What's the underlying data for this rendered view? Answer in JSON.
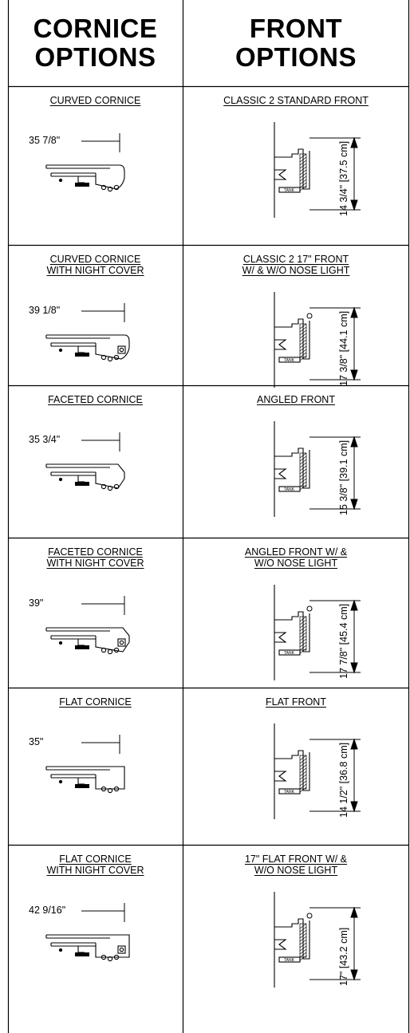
{
  "headers": {
    "cornice": [
      "CORNICE",
      "OPTIONS"
    ],
    "front": [
      "FRONT",
      "OPTIONS"
    ]
  },
  "rows": [
    {
      "cornice": {
        "title": [
          "CURVED CORNICE"
        ],
        "dimension": "35 7/8\"",
        "night_cover": false,
        "shape": "curved"
      },
      "front": {
        "title": [
          "CLASSIC 2 STANDARD FRONT"
        ],
        "dimension": "14 3/4\" [37.5 cm]",
        "tank": "TANK",
        "nose_light": false
      }
    },
    {
      "cornice": {
        "title": [
          "CURVED CORNICE",
          "WITH NIGHT COVER"
        ],
        "dimension": "39 1/8\"",
        "night_cover": true,
        "shape": "curved"
      },
      "front": {
        "title": [
          "CLASSIC 2 17\" FRONT",
          "W/ & W/O NOSE LIGHT"
        ],
        "dimension": "17 3/8\" [44.1 cm]",
        "tank": "TANK",
        "nose_light": true
      }
    },
    {
      "cornice": {
        "title": [
          "FACETED CORNICE"
        ],
        "dimension": "35 3/4\"",
        "night_cover": false,
        "shape": "faceted"
      },
      "front": {
        "title": [
          "ANGLED FRONT"
        ],
        "dimension": "15 3/8\" [39.1 cm]",
        "tank": "TANK",
        "nose_light": false
      }
    },
    {
      "cornice": {
        "title": [
          "FACETED CORNICE",
          "WITH NIGHT COVER"
        ],
        "dimension": "39\"",
        "night_cover": true,
        "shape": "faceted"
      },
      "front": {
        "title": [
          "ANGLED FRONT W/ &",
          "W/O NOSE LIGHT"
        ],
        "dimension": "17 7/8\" [45.4 cm]",
        "tank": "TANK",
        "nose_light": true
      }
    },
    {
      "cornice": {
        "title": [
          "FLAT CORNICE"
        ],
        "dimension": "35\"",
        "night_cover": false,
        "shape": "flat"
      },
      "front": {
        "title": [
          "FLAT FRONT"
        ],
        "dimension": "14 1/2\" [36.8 cm]",
        "tank": "TANK",
        "nose_light": false
      }
    },
    {
      "cornice": {
        "title": [
          "FLAT CORNICE",
          "WITH NIGHT COVER"
        ],
        "dimension": "42 9/16\"",
        "night_cover": true,
        "shape": "flat"
      },
      "front": {
        "title": [
          "17\" FLAT FRONT W/ &",
          "W/O NOSE LIGHT"
        ],
        "dimension": "17\" [43.2 cm]",
        "tank": "TANK",
        "nose_light": true
      }
    }
  ]
}
